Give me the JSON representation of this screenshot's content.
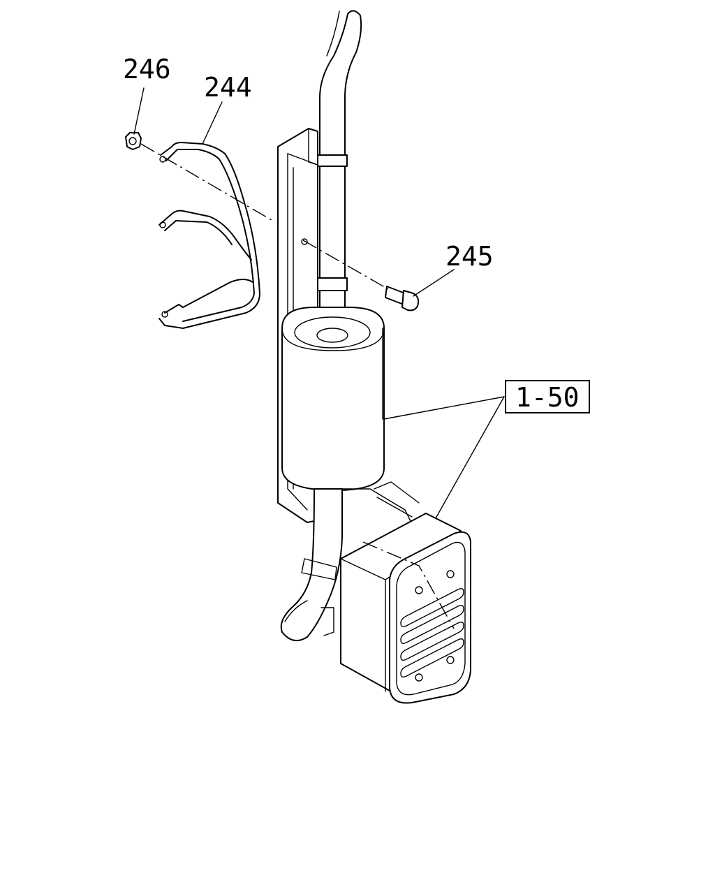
{
  "callouts": {
    "nut": "246",
    "bracket": "244",
    "bolt": "245",
    "reference": "1-50"
  }
}
